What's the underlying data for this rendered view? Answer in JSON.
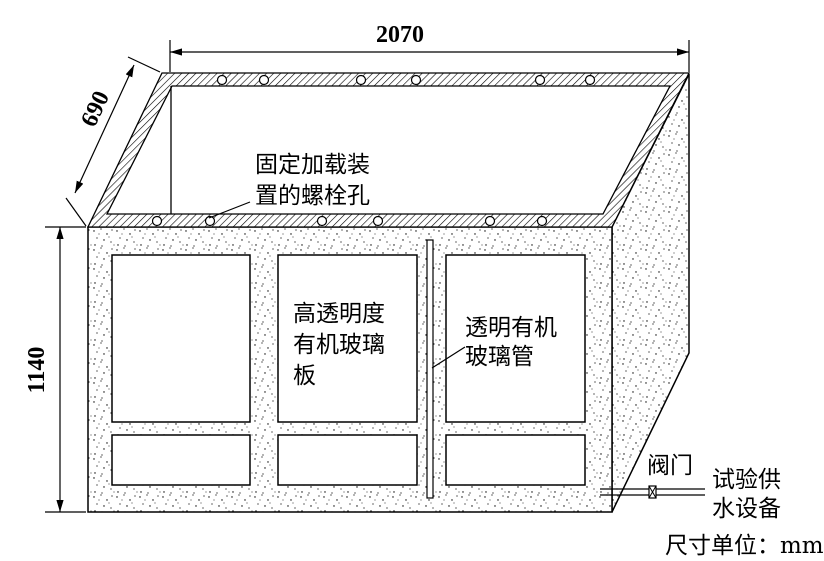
{
  "dimensions": {
    "length": "2070",
    "width": "690",
    "height": "1140"
  },
  "labels": {
    "bolt_holes": [
      "固定加载装",
      "置的螺栓孔"
    ],
    "plexiglass_panel": [
      "高透明度",
      "有机玻璃",
      "板"
    ],
    "plexiglass_tube": [
      "透明有机",
      "玻璃管"
    ],
    "valve": "阀门",
    "water_supply": [
      "试验供",
      "水设备"
    ],
    "unit": "尺寸单位：mm"
  }
}
